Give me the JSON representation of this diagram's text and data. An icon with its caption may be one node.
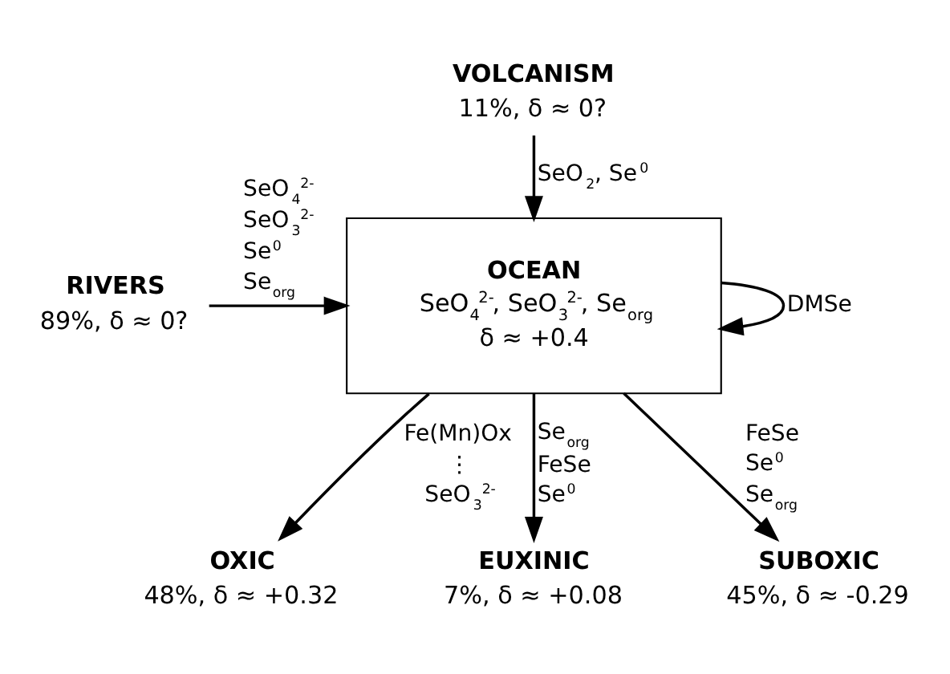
{
  "diagram": {
    "nodes": [
      {
        "text": [
          "VOLCANISM",
          "11%, δ ≈ 0?"
        ]
      },
      {
        "text": [
          "RIVERS",
          "89%, δ ≈ 0?"
        ]
      },
      {
        "text": [
          "OCEAN",
          "SeO$_{4}$$^{2-}$, SeO$_{3}$$^{2-}$, Se$_{org}$",
          "δ ≈ +0.4"
        ]
      },
      {
        "text": [
          "OXIC",
          "48%, δ ≈ +0.32"
        ]
      },
      {
        "text": [
          "EUXINIC",
          "7%, δ ≈ +0.08"
        ]
      },
      {
        "text": [
          "SUBOXIC",
          "45%, δ ≈ -0.29"
        ]
      }
    ],
    "edges": [
      {
        "from": 0,
        "to": 2,
        "arrow": "to",
        "label": "SeO$_{2}$, Se$^{0}$"
      },
      {
        "from": 1,
        "to": 2,
        "arrow": "to",
        "label": "SeO$_{4}$$^{2-}$ SeO$_{3}$$^{2-}$ Se$^{0}$ Se$_{org}$"
      },
      {
        "from": 2,
        "to": 3,
        "arrow": "to",
        "label": "Fe(Mn)Ox ⋮ SeO$_{3}$$^{2-}$"
      },
      {
        "from": 2,
        "to": 4,
        "arrow": "to",
        "label": "Se$_{org}$ FeSe Se$^{0}$"
      },
      {
        "from": 2,
        "to": 5,
        "arrow": "to",
        "label": "FeSe Se$^{0}$ Se$_{org}$"
      },
      {
        "from": 2,
        "to": 2,
        "arrow": "to",
        "label": "DMSe"
      }
    ]
  }
}
